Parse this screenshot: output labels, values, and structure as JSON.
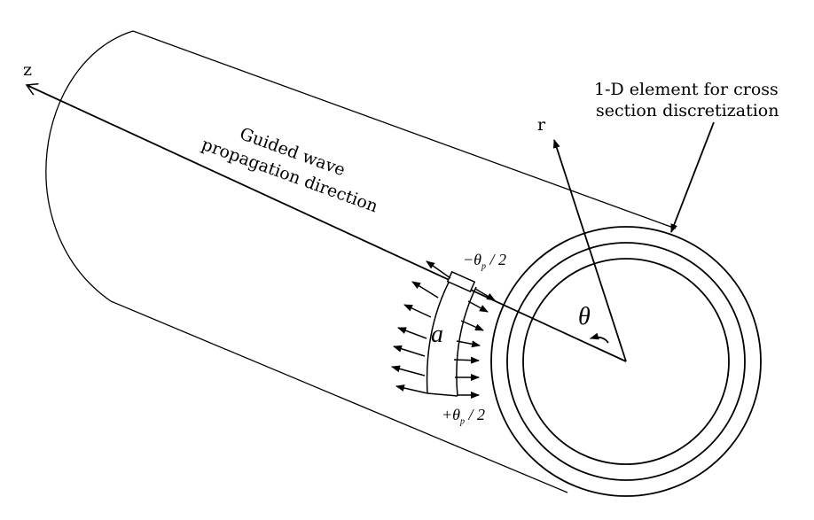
{
  "labels": {
    "z_axis": "z",
    "r_axis": "r",
    "wave_line1": "Guided wave",
    "wave_line2": "propagation direction",
    "element_line1": "1-D element for cross",
    "element_line2": "section discretization",
    "theta": "θ",
    "a": "a",
    "minus_theta": "−θ",
    "plus_theta": "+θ",
    "subscript_p": "p",
    "half": " / 2"
  },
  "colors": {
    "stroke": "#000000",
    "background": "#ffffff"
  }
}
